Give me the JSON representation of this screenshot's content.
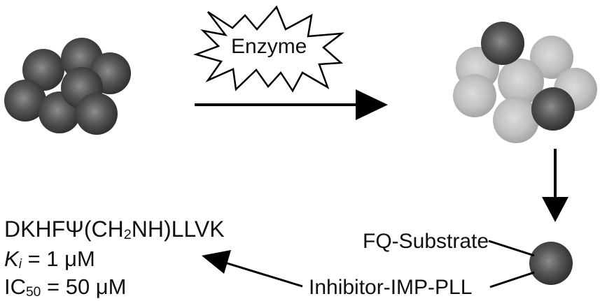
{
  "enzyme_label": "Enzyme",
  "fq_substrate_label": "FQ-Substrate",
  "inhibitor_label": "Inhibitor-IMP-PLL",
  "inhibitor_info": {
    "sequence_part1": "DKHF",
    "psi": "Ψ",
    "sequence_part2": "(CH",
    "sequence_sub": "2",
    "sequence_part3": "NH)LLVK",
    "ki_symbol": "K",
    "ki_subscript": "i",
    "ki_value": " = 1 μM",
    "ic50_prefix": "IC",
    "ic50_subscript": "50",
    "ic50_value": " = 50 μM"
  },
  "colors": {
    "dark_bead": "#333333",
    "dark_bead_highlight": "#7a7a7a",
    "light_bead": "#b0b0b0",
    "light_bead_highlight": "#d6d6d6",
    "arrow": "#000000"
  }
}
